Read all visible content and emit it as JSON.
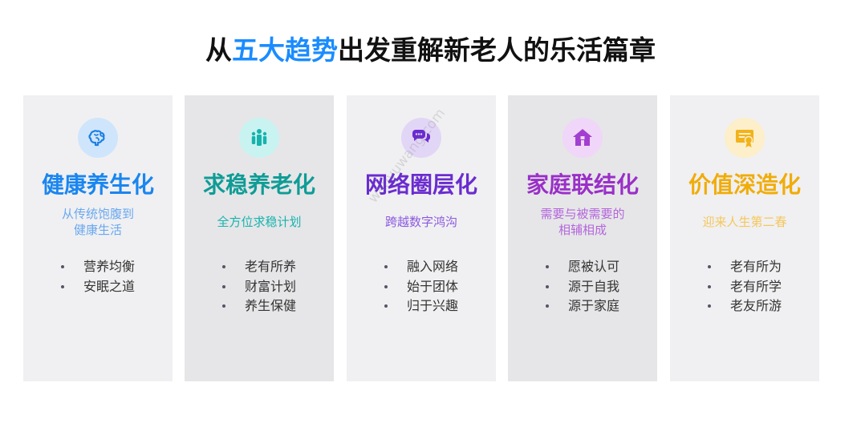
{
  "title": {
    "prefix": "从",
    "highlight": "五大趋势",
    "suffix": "出发重解新老人的乐活篇章",
    "highlight_color": "#1a8cff"
  },
  "cards": [
    {
      "heading": "健康养生化",
      "subtitle": "从传统饱腹到\n健康生活",
      "items": [
        "营养均衡",
        "安眠之道"
      ],
      "icon": "brain-icon",
      "colors": {
        "heading": "#1a86f0",
        "subtitle": "#6aa8ef",
        "icon_bg": "#cfe5fb",
        "icon": "#1d7fe6",
        "card_bg": "#f0f0f2"
      }
    },
    {
      "heading": "求稳养老化",
      "subtitle": "全方位求稳计划",
      "items": [
        "老有所养",
        "财富计划",
        "养生保健"
      ],
      "icon": "people-icon",
      "colors": {
        "heading": "#0f9c96",
        "subtitle": "#16b3ad",
        "icon_bg": "#c9f3f1",
        "icon": "#16b3ad",
        "card_bg": "#e6e6e8"
      }
    },
    {
      "heading": "网络圈层化",
      "subtitle": "跨越数字鸿沟",
      "items": [
        "融入网络",
        "始于团体",
        "归于兴趣"
      ],
      "icon": "chat-bubbles-icon",
      "colors": {
        "heading": "#6a2ccf",
        "subtitle": "#8d5be0",
        "icon_bg": "#e2d6f7",
        "icon": "#6a2ccf",
        "card_bg": "#f0f0f2"
      }
    },
    {
      "heading": "家庭联结化",
      "subtitle": "需要与被需要的\n相辅相成",
      "items": [
        "愿被认可",
        "源于自我",
        "源于家庭"
      ],
      "icon": "home-icon",
      "colors": {
        "heading": "#9a2fc8",
        "subtitle": "#b466dd",
        "icon_bg": "#f0d6f8",
        "icon": "#a23fd0",
        "card_bg": "#e6e6e8"
      }
    },
    {
      "heading": "价值深造化",
      "subtitle": "迎来人生第二春",
      "items": [
        "老有所为",
        "老有所学",
        "老友所游"
      ],
      "icon": "certificate-icon",
      "colors": {
        "heading": "#f0ac0a",
        "subtitle": "#f5c75b",
        "icon_bg": "#fcefc9",
        "icon": "#f2b21a",
        "card_bg": "#f0f0f2"
      }
    }
  ],
  "watermark": "wanyuwang.com"
}
